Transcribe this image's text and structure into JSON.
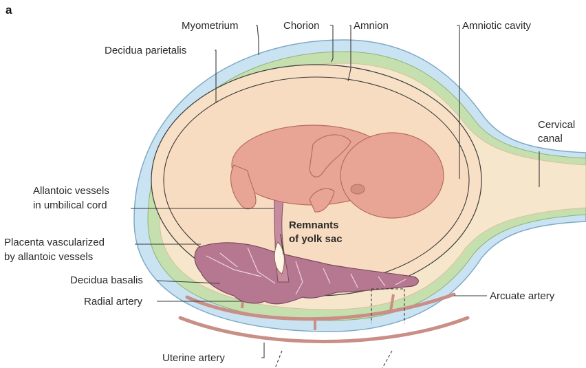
{
  "figure": {
    "panel_label": "a",
    "labels": {
      "myometrium": "Myometrium",
      "chorion": "Chorion",
      "amnion": "Amnion",
      "amniotic_cavity": "Amniotic cavity",
      "decidua_parietalis": "Decidua parietalis",
      "cervical_canal_1": "Cervical",
      "cervical_canal_2": "canal",
      "allantoic_1": "Allantoic vessels",
      "allantoic_2": "in umbilical cord",
      "remnants_1": "Remnants",
      "remnants_2": "of yolk sac",
      "placenta_1": "Placenta vascularized",
      "placenta_2": "by allantoic vessels",
      "decidua_basalis": "Decidua basalis",
      "radial_artery": "Radial artery",
      "arcuate_artery": "Arcuate artery",
      "uterine_artery": "Uterine artery"
    },
    "colors": {
      "myometrium": "#c9e3f2",
      "chorion_band": "#c6dfae",
      "decidua": "#f6e6cc",
      "amniotic_fluid": "#f8dcc2",
      "fetus": "#e8a596",
      "placenta": "#b57890",
      "artery": "#c98f86"
    }
  }
}
